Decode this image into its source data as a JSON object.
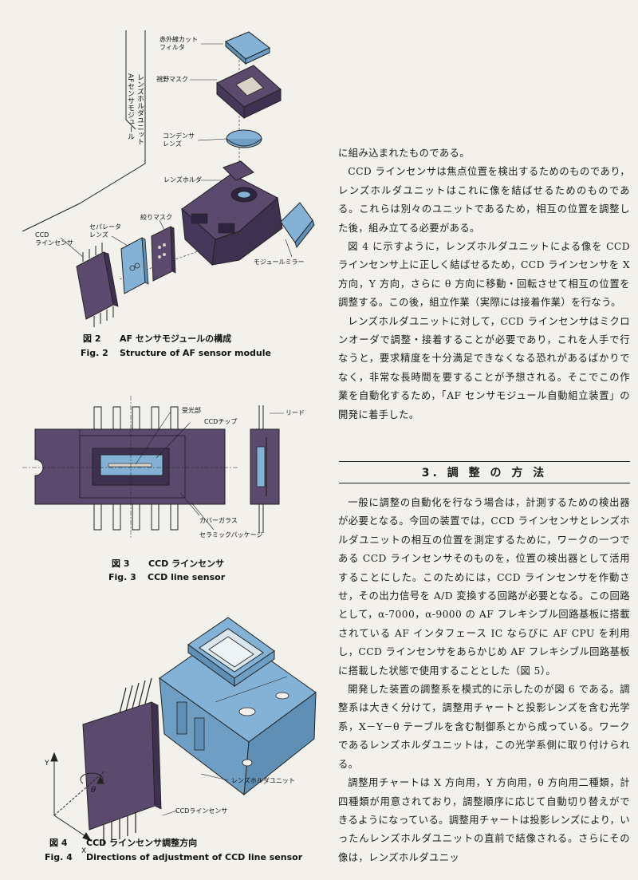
{
  "fig2": {
    "labels": {
      "ir_filter": "赤外線カット\nフィルタ",
      "field_mask": "視野マスク",
      "condenser_lens": "コンデンサ\nレンズ",
      "lens_holder": "レンズホルダ",
      "aperture_mask": "絞りマスク",
      "separator_lens": "セパレータ\nレンズ",
      "ccd_line_sensor": "CCD\nラインセンサ",
      "module_mirror": "モジュールミラー",
      "lens_holder_unit": "レンズホルダユニット",
      "af_sensor_module": "AFセンサモジュール"
    },
    "caption_jp_num": "図 2",
    "caption_jp": "AF センサモジュールの構成",
    "caption_en_num": "Fig. 2",
    "caption_en": "Structure of AF sensor module"
  },
  "fig3": {
    "labels": {
      "light_receiving": "受光部",
      "ccd_chip": "CCDチップ",
      "lead": "リード",
      "cover_glass": "カバーガラス",
      "ceramic_package": "セラミックパッケージ"
    },
    "caption_jp_num": "図 3",
    "caption_jp": "CCD ラインセンサ",
    "caption_en_num": "Fig. 3",
    "caption_en": "CCD line sensor"
  },
  "fig4": {
    "labels": {
      "lens_holder_unit": "レンズホルダユニット",
      "ccd_line_sensor": "CCDラインセンサ",
      "axis_y": "Y",
      "axis_x": "X",
      "axis_theta": "θ"
    },
    "caption_jp_num": "図 4",
    "caption_jp": "CCD ラインセンサ調整方向",
    "caption_en_num": "Fig. 4",
    "caption_en": "Directions of adjustment of CCD line sensor"
  },
  "body_top": [
    "に組み込まれたものである。",
    "CCD ラインセンサは焦点位置を検出するためのものであり，レンズホルダユニットはこれに像を結ばせるためのものである。これらは別々のユニットであるため，相互の位置を調整した後，組み立てる必要がある。",
    "図 4 に示すように，レンズホルダユニットによる像を CCD ラインセンサ上に正しく結ばせるため，CCD ラインセンサを X 方向，Y 方向，さらに θ 方向に移動・回転させて相互の位置を調整する。この後，組立作業（実際には接着作業）を行なう。",
    "レンズホルダユニットに対して，CCD ラインセンサはミクロンオーダで調整・接着することが必要であり，これを人手で行なうと，要求精度を十分満足できなくなる恐れがあるばかりでなく，非常な長時間を要することが予想される。そこでこの作業を自動化するため，「AF センサモジュール自動組立装置」の開発に着手した。"
  ],
  "section_title": "3. 調 整 の 方 法",
  "body_bottom": [
    "一般に調整の自動化を行なう場合は，計測するための検出器が必要となる。今回の装置では，CCD ラインセンサとレンズホルダユニットの相互の位置を測定するために，ワークの一つである CCD ラインセンサそのものを，位置の検出器として活用することにした。このためには，CCD ラインセンサを作動させ，その出力信号を A/D 変換する回路が必要となる。この回路として，α-7000，α-9000 の AF フレキシブル回路基板に搭載されている AF インタフェース IC ならびに AF CPU を利用し，CCD ラインセンサをあらかじめ AF フレキシブル回路基板に搭載した状態で使用することとした（図 5）。",
    "開発した装置の調整系を模式的に示したのが図 6 である。調整系は大きく分けて，調整用チャートと投影レンズを含む光学系，X－Y－θ テーブルを含む制御系とから成っている。ワークであるレンズホルダユニットは，この光学系側に取り付けられる。",
    "調整用チャートは X 方向用，Y 方向用，θ 方向用二種類，計四種類が用意されており，調整順序に応じて自動切り替えができるようになっている。調整用チャートは投影レンズにより，いったんレンズホルダユニットの直前で結像される。さらにその像は，レンズホルダユニッ"
  ],
  "colors": {
    "purple": "#5b4a6e",
    "blue": "#84b2d6",
    "ink": "#1b1b1b",
    "paper": "#f3f1ec"
  }
}
